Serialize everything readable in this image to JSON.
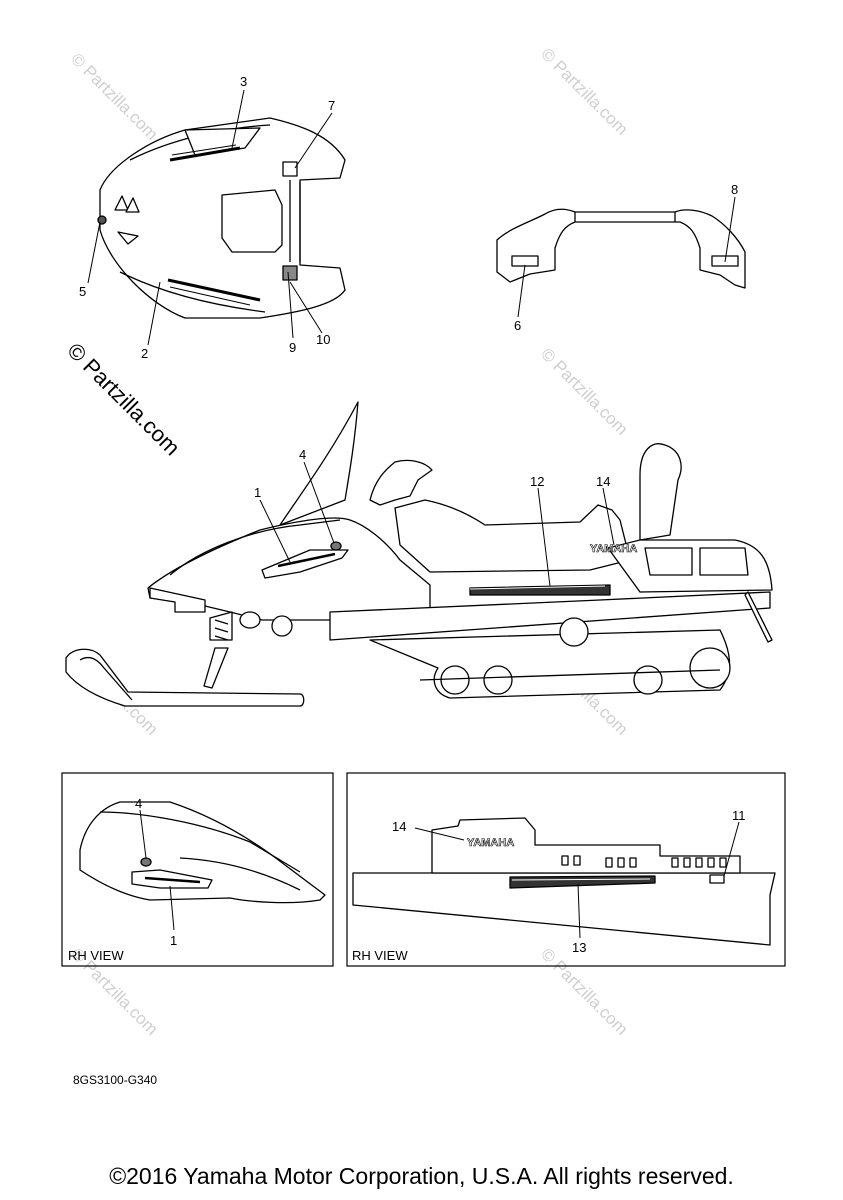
{
  "callouts": {
    "c1": "1",
    "c1b": "1",
    "c2": "2",
    "c3": "3",
    "c4": "4",
    "c4b": "4",
    "c5": "5",
    "c6": "6",
    "c7": "7",
    "c8": "8",
    "c9": "9",
    "c10": "10",
    "c11": "11",
    "c12": "12",
    "c13": "13",
    "c14": "14",
    "c14b": "14"
  },
  "decals": {
    "yamaha": "YAMAHA"
  },
  "insets": {
    "left_label": "RH VIEW",
    "right_label": "RH VIEW"
  },
  "watermark": {
    "text": "© Partzilla.com"
  },
  "footer": {
    "part_code": "8GS3100-G340",
    "copyright": "©2016 Yamaha Motor Corporation, U.S.A. All rights reserved."
  }
}
